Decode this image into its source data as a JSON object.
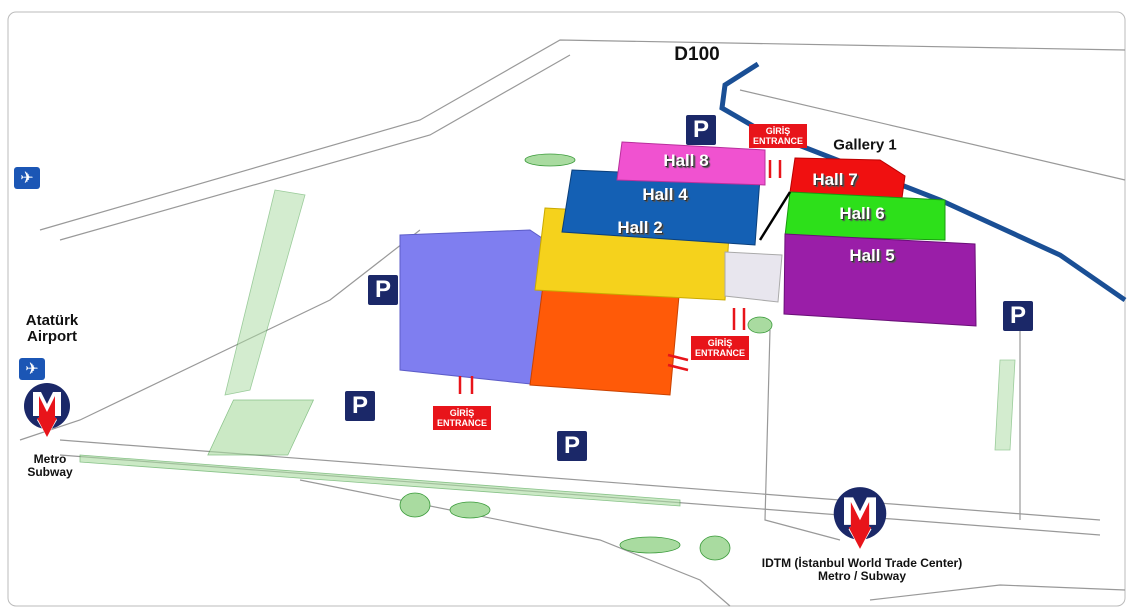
{
  "road_label": "D100",
  "gallery_label": "Gallery 1",
  "halls": [
    {
      "name": "Hall 8",
      "color": "#f052d0"
    },
    {
      "name": "Hall 4",
      "color": "#1460b4"
    },
    {
      "name": "Hall 2",
      "color": "#f5d21c"
    },
    {
      "name": "Hall 7",
      "color": "#f01010"
    },
    {
      "name": "Hall 6",
      "color": "#2de01a"
    },
    {
      "name": "Hall 5",
      "color": "#9a1ea8"
    }
  ],
  "parking_label": "P",
  "entrance": {
    "line1": "GİRİŞ",
    "line2": "ENTRANCE"
  },
  "airport": {
    "line1": "Atatürk",
    "line2": "Airport",
    "icon": "airplane-icon"
  },
  "metro_left": {
    "line1": "Metro",
    "line2": "Subway",
    "icon": "metro-logo"
  },
  "metro_right": {
    "line1": "IDTM (İstanbul World Trade Center)",
    "line2": "Metro / Subway",
    "icon": "metro-logo"
  },
  "colors": {
    "parking": "#1b2868",
    "entrance": "#e8141a",
    "road": "#1a4f95",
    "lavender": "#7f7ef0",
    "orange": "#ff5a08"
  }
}
